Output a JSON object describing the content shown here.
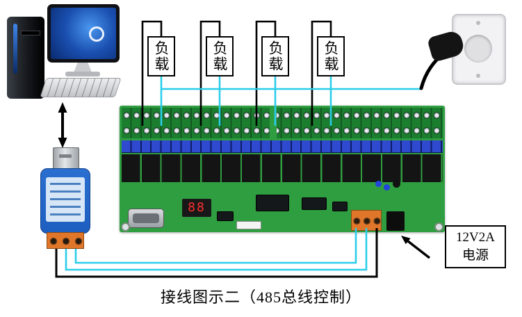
{
  "caption": "接线图示二（485总线控制）",
  "loads": [
    "负载",
    "负载",
    "负载",
    "负载"
  ],
  "power_supply": {
    "line1": "12V2A",
    "line2": "电源"
  },
  "board": {
    "display_value": "88"
  },
  "colors": {
    "wire_cyan": "#2bcdea",
    "wire_black": "#000000",
    "pcb_green": "#2f9e41",
    "terminal_green": "#1b7e2f",
    "relay_blue": "#2f49cf",
    "converter_blue": "#2a6fd0",
    "terminal_orange": "#e0762a"
  },
  "icons": {
    "computer": "desktop-computer",
    "converter": "usb-rs485-converter",
    "outlet": "wall-outlet",
    "plug": "power-plug",
    "link_arrow": "bidirectional-arrow",
    "supply_arrow": "power-input-arrow"
  }
}
